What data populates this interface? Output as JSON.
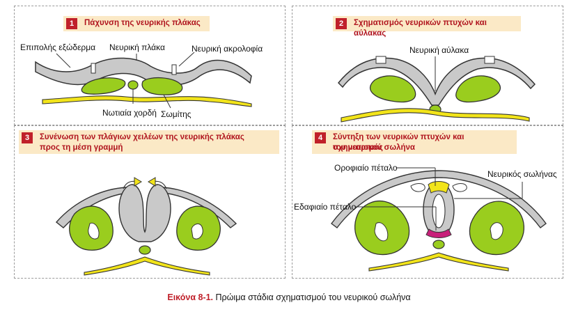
{
  "panels": [
    {
      "number": "1",
      "title": "Πάχυνση της νευρικής πλάκας",
      "labels": {
        "epidermis": "Επιπολής εξώδερμα",
        "neural_plate": "Νευρική πλάκα",
        "neural_crest": "Νευρική ακρολοφία",
        "notochord": "Νωτιαία χορδή",
        "somites": "Σωμίτης"
      }
    },
    {
      "number": "2",
      "title": "Σχηματισμός νευρικών πτυχών και αύλακας",
      "labels": {
        "neural_groove": "Νευρική αύλακα"
      }
    },
    {
      "number": "3",
      "title_line1": "Συνένωση των πλάγιων χειλέων της νευρικής πλάκας",
      "title_line2": "προς τη μέση γραμμή"
    },
    {
      "number": "4",
      "title_line1": "Σύντηξη των νευρικών πτυχών και σχηματισμός",
      "title_line2": "του νευρικού σωλήνα",
      "labels": {
        "roof_plate": "Οροφιαίο πέταλο",
        "neural_tube": "Νευρικός σωλήνας",
        "floor_plate": "Εδαφιαίο πέταλο"
      }
    }
  ],
  "caption": {
    "figure_id": "Εικόνα 8-1.",
    "text": "Πρώιμα στάδια σχηματισμού του νευρικού σωλήνα"
  },
  "colors": {
    "tissue_gray": "#c9c9c9",
    "outline": "#333333",
    "somite_green": "#9acd1e",
    "yellow": "#f2e41a",
    "title_band": "#fbe9c6",
    "title_text": "#b0141e",
    "badge": "#c0202a",
    "floor_magenta": "#c8207a"
  }
}
